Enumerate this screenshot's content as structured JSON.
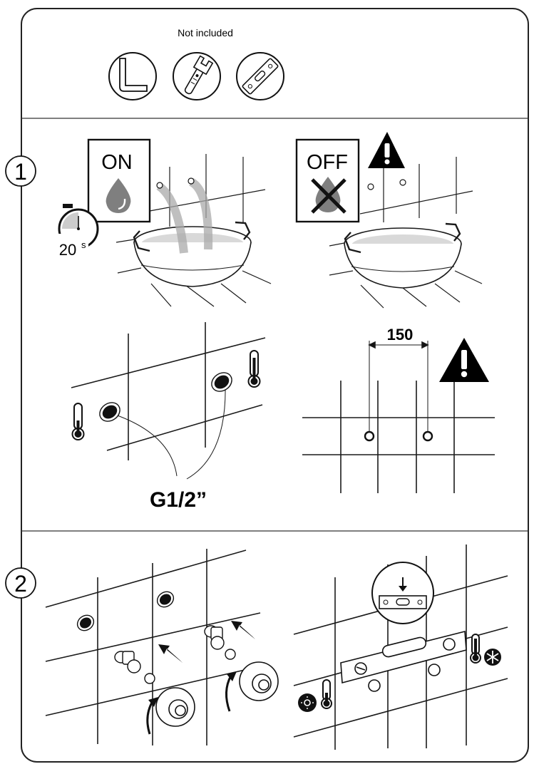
{
  "header": {
    "not_included_label": "Not included"
  },
  "tools": [
    {
      "icon": "allen-key-icon"
    },
    {
      "icon": "adjustable-wrench-icon"
    },
    {
      "icon": "spirit-level-icon"
    }
  ],
  "step1": {
    "number": "1",
    "on_label": "ON",
    "off_label": "OFF",
    "timer_value": "20",
    "timer_unit": "s",
    "thread_label": "G1/2”",
    "distance_label": "150"
  },
  "step2": {
    "number": "2"
  },
  "colors": {
    "stroke": "#1a1a1a",
    "water": "#d9d9d9",
    "drop": "#7f7f7f",
    "warning": "#000000"
  }
}
